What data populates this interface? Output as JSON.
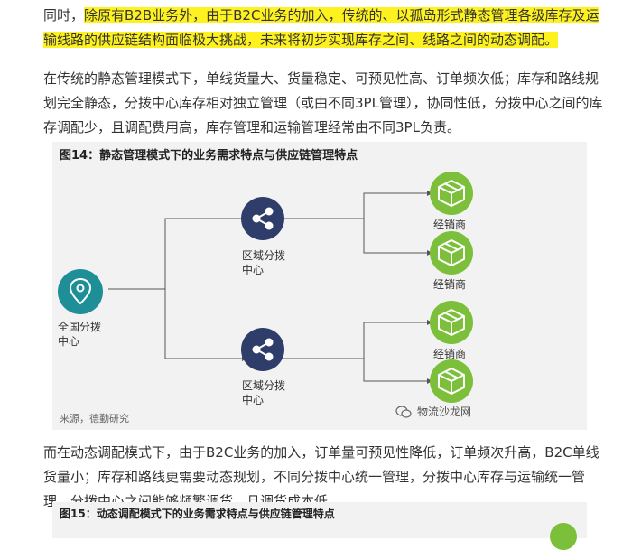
{
  "paragraphs": {
    "p1_lead": "同时，",
    "p1_highlight": "除原有B2B业务外，由于B2C业务的加入，传统的、以孤岛形式静态管理各级库存及运输线路的供应链结构面临极大挑战，未来将初步实现库存之间、线路之间的动态调配。",
    "p2": "在传统的静态管理模式下，单线货量大、货量稳定、可预见性高、订单频次低；库存和路线规划完全静态，分拨中心库存相对独立管理（或由不同3PL管理），协同性低，分拨中心之间的库存调配少，且调配费用高，库存管理和运输管理经常由不同3PL负责。",
    "p3": "而在动态调配模式下，由于B2C业务的加入，订单量可预见性降低，订单频次升高，B2C单线货量小；库存和路线更需要动态规划，不同分拨中心统一管理，分拨中心库存与运输统一管理，分拨中心之间能够频繁调货，且调货成本低。"
  },
  "figure14": {
    "title": "图14：静态管理模式下的业务需求特点与供应链管理特点",
    "source": "来源，德勤研究",
    "watermark": "物流沙龙网",
    "national_center_line1": "全国分拨",
    "national_center_line2": "中心",
    "regional_line1": "区域分拨",
    "regional_line2": "中心",
    "distributor": "经销商",
    "colors": {
      "teal": "#1f8f97",
      "navy": "#2e3d6a",
      "green": "#7cbf3a",
      "line": "#555555"
    }
  },
  "figure15": {
    "title": "图15：动态调配模式下的业务需求特点与供应链管理特点"
  }
}
